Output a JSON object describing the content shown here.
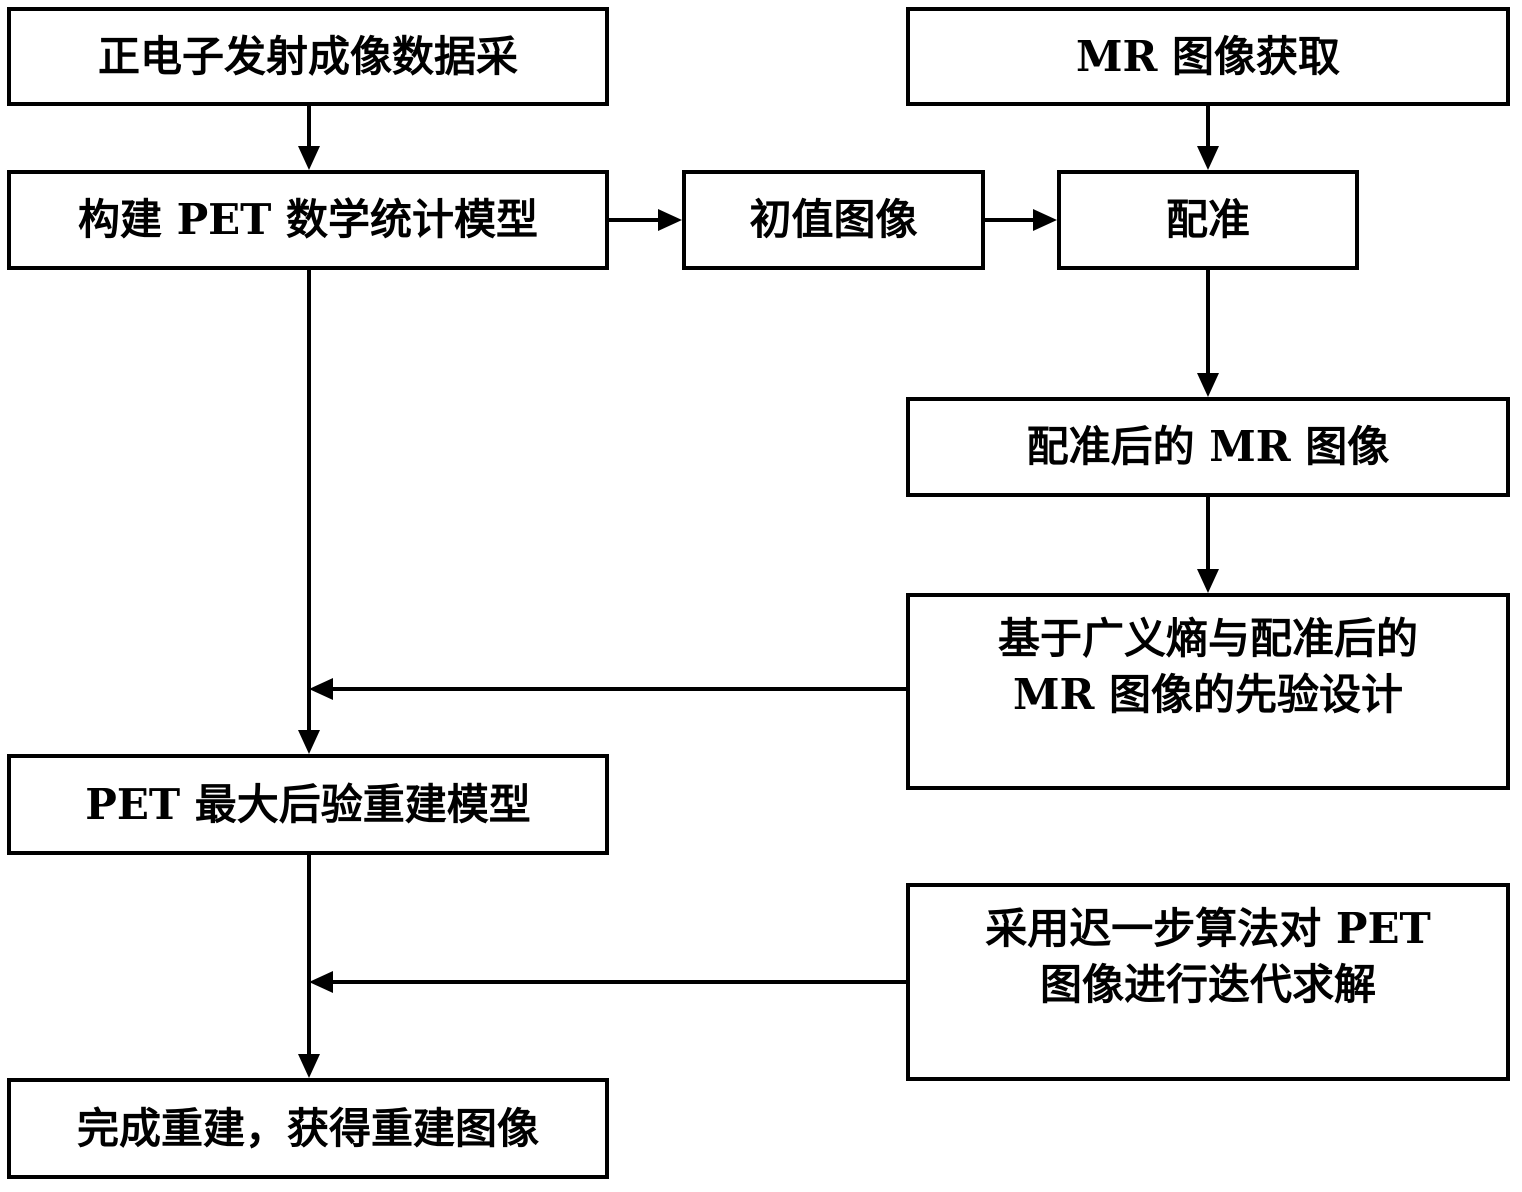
{
  "diagram": {
    "type": "flowchart",
    "colors": {
      "line": "#000000",
      "box_fill": "#ffffff",
      "text": "#000000"
    },
    "nodes": {
      "pet_acquisition": {
        "label": "正电子发射成像数据采"
      },
      "mr_acquisition": {
        "label": "MR 图像获取"
      },
      "pet_stat_model": {
        "label": "构建 PET 数学统计模型"
      },
      "initial_image": {
        "label": "初值图像"
      },
      "registration": {
        "label": "配准"
      },
      "registered_mr": {
        "label": "配准后的 MR 图像"
      },
      "prior_design": {
        "label": "基于广义熵与配准后的\nMR 图像的先验设计"
      },
      "pet_map_model": {
        "label": "PET 最大后验重建模型"
      },
      "osl_iteration": {
        "label": "采用迟一步算法对 PET\n图像进行迭代求解"
      },
      "final_result": {
        "label": "完成重建，获得重建图像"
      }
    },
    "edges": [
      {
        "from": "pet_acquisition",
        "to": "pet_stat_model"
      },
      {
        "from": "mr_acquisition",
        "to": "registration"
      },
      {
        "from": "pet_stat_model",
        "to": "initial_image"
      },
      {
        "from": "initial_image",
        "to": "registration"
      },
      {
        "from": "registration",
        "to": "registered_mr"
      },
      {
        "from": "registered_mr",
        "to": "prior_design"
      },
      {
        "from": "pet_stat_model",
        "to": "pet_map_model"
      },
      {
        "from": "prior_design",
        "to": "pet_map_model"
      },
      {
        "from": "pet_map_model",
        "to": "final_result"
      },
      {
        "from": "osl_iteration",
        "to": "final_result"
      }
    ]
  }
}
